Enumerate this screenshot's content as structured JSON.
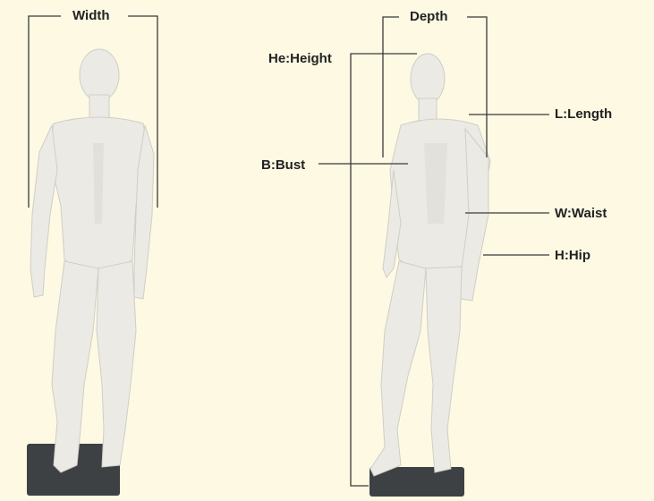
{
  "labels": {
    "width": "Width",
    "depth": "Depth",
    "height": "He:Height",
    "length": "L:Length",
    "bust": "B:Bust",
    "waist": "W:Waist",
    "hip": "H:Hip"
  },
  "colors": {
    "background": "#fdf9e3",
    "mannequin": "#ebeae4",
    "base": "#3d4144",
    "lines": "#3a3a3a"
  }
}
